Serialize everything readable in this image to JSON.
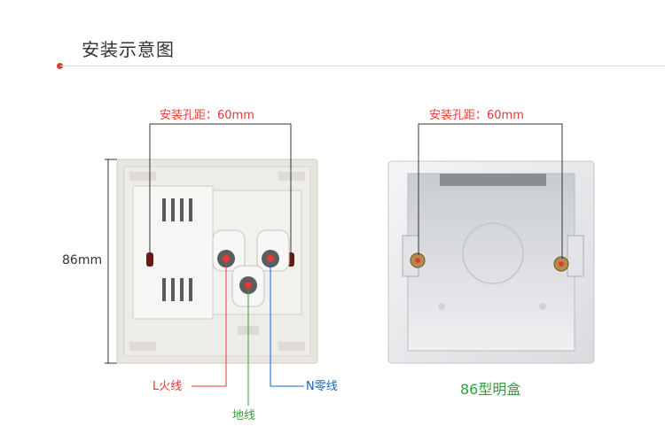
{
  "header": {
    "title": "安装示意图"
  },
  "socket_panel": {
    "hole_spacing_label": "安装孔距：60mm",
    "height_label": "86mm",
    "wire_labels": {
      "live": "L火线",
      "earth": "地线",
      "neutral": "N零线"
    }
  },
  "mount_box": {
    "hole_spacing_label": "安装孔距：60mm",
    "name": "86型明盒"
  },
  "colors": {
    "accent_red": "#e53935",
    "earth_green": "#3a9a3a",
    "neutral_blue": "#1565c0",
    "box_name_green": "#2e9f3e"
  }
}
